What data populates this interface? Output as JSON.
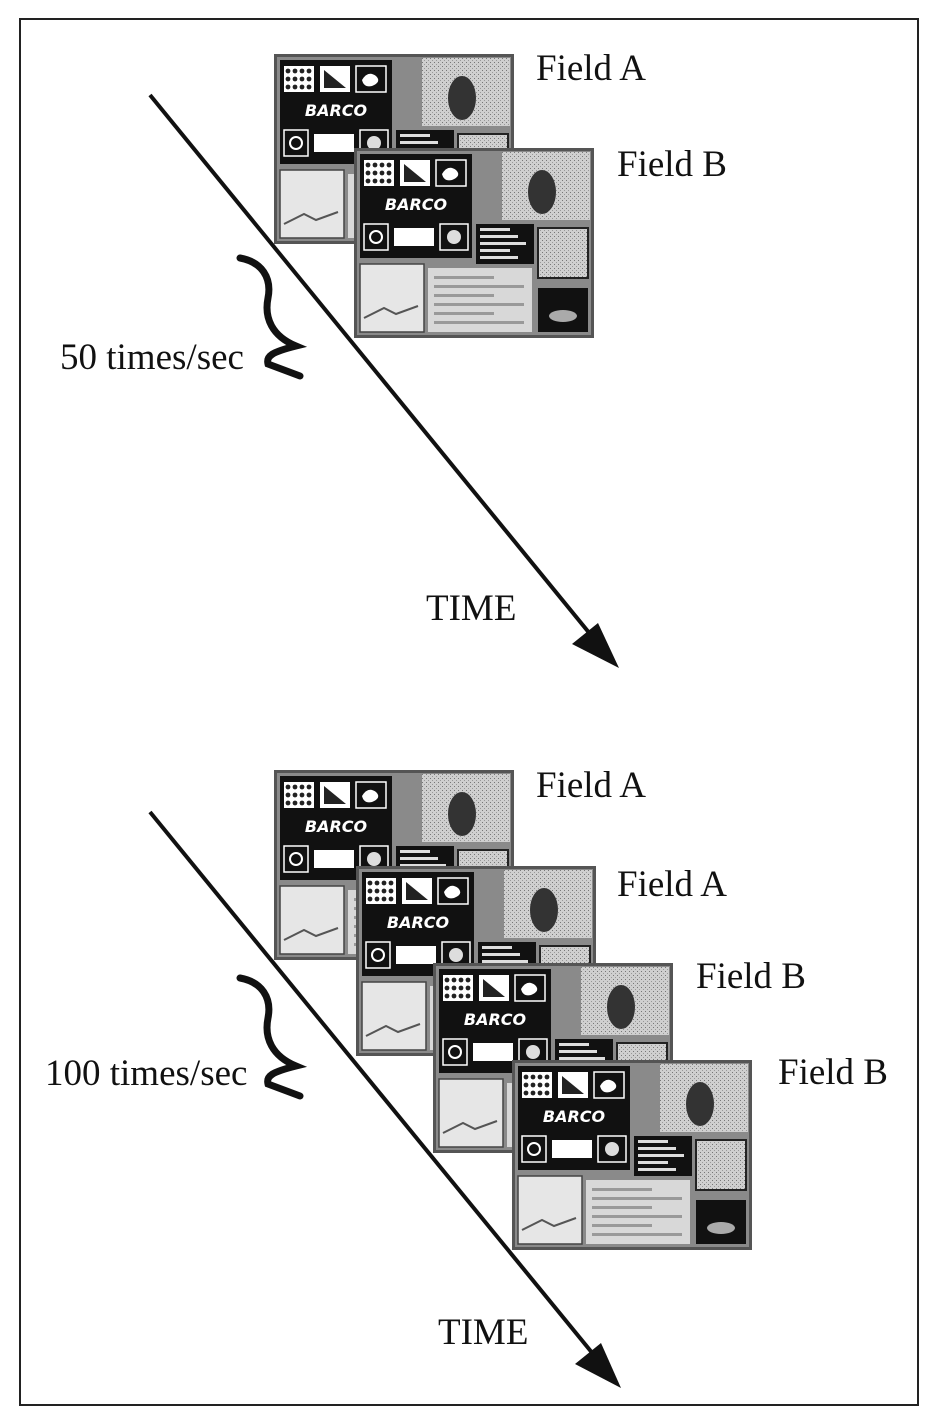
{
  "top_diagram": {
    "rate_label": "50 times/sec",
    "time_label": "TIME",
    "fields": [
      {
        "label": "Field A"
      },
      {
        "label": "Field B"
      }
    ]
  },
  "bottom_diagram": {
    "rate_label": "100 times/sec",
    "time_label": "TIME",
    "fields": [
      {
        "label": "Field A"
      },
      {
        "label": "Field A"
      },
      {
        "label": "Field B"
      },
      {
        "label": "Field B"
      }
    ]
  },
  "screen_logo_text": "BARCO"
}
